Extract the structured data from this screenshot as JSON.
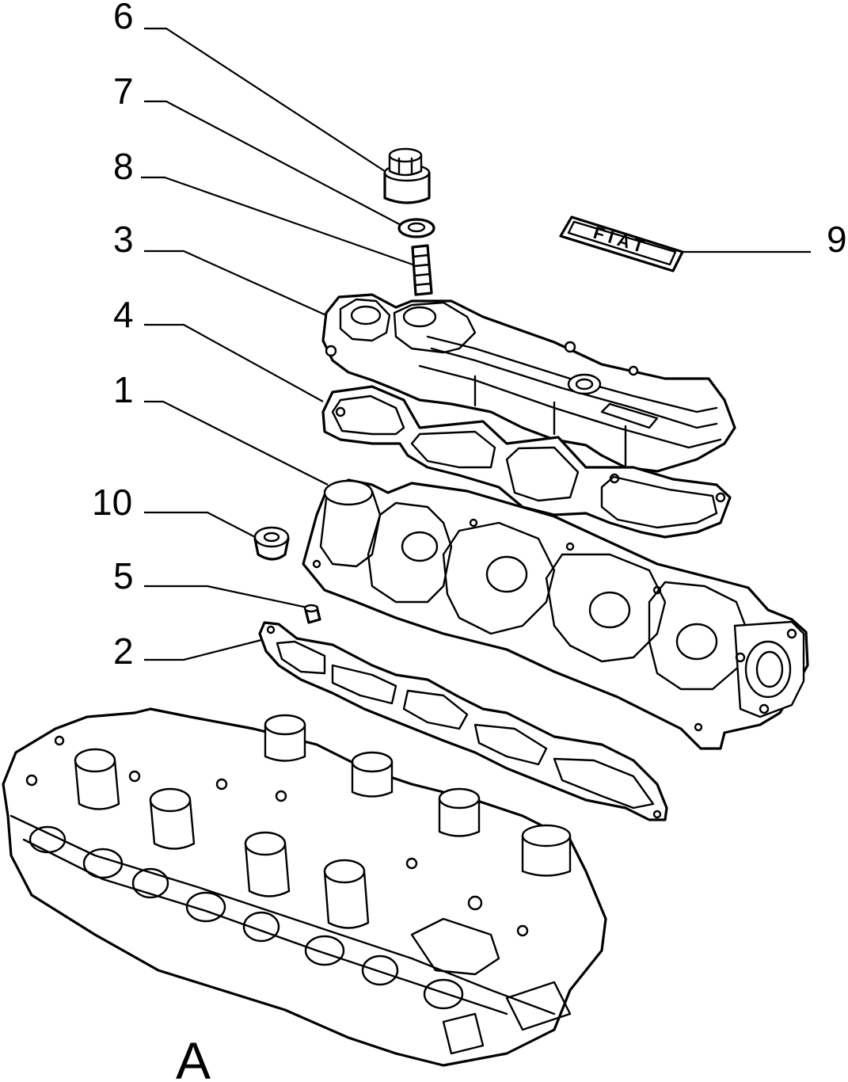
{
  "callouts": {
    "c1": "1",
    "c2": "2",
    "c3": "3",
    "c4": "4",
    "c5": "5",
    "c6": "6",
    "c7": "7",
    "c8": "8",
    "c9": "9",
    "c10": "10"
  },
  "view_letter": "A",
  "badge_brand": "FIAT"
}
